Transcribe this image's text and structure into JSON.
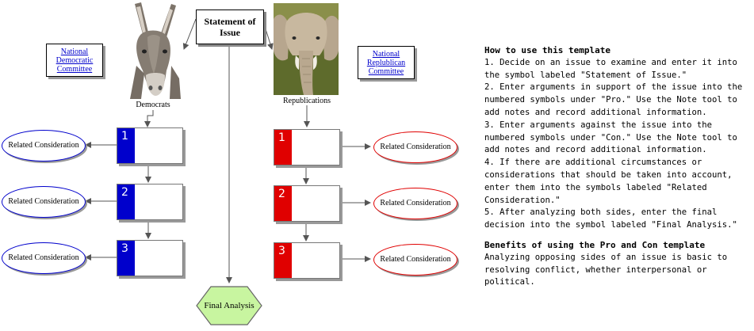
{
  "statement": "Statement of Issue",
  "democrats": {
    "committee": "National Democratic Committee",
    "label": "Democrats",
    "pro_numbers": [
      "1",
      "2",
      "3"
    ],
    "considerations": [
      "Related Consideration",
      "Related Consideration",
      "Related Consideration"
    ]
  },
  "republicans": {
    "committee": "National Replublican Committee",
    "label": "Republications",
    "pro_numbers": [
      "1",
      "2",
      "3"
    ],
    "considerations": [
      "Related Consideration",
      "Related Consideration",
      "Related Consideration"
    ]
  },
  "final_analysis": "Final Analysis",
  "instructions": {
    "title": "How to use this template",
    "steps": [
      "1. Decide on an issue to examine and enter it into the symbol labeled \"Statement of Issue.\"",
      "2. Enter arguments in support of the issue into the numbered symbols under \"Pro.\" Use the Note tool to add notes and record additional information.",
      "3. Enter arguments against the issue into the numbered symbols under \"Con.\" Use the Note tool to add notes and record additional information.",
      "4. If there are additional circumstances or considerations that should be taken into account, enter them into the symbols labeled \"Related Consideration.\"",
      "5. After analyzing both sides, enter the final decision into the symbol labeled \"Final Analysis.\""
    ],
    "benefits_title": "Benefits of using the Pro and Con template",
    "benefits_text": "Analyzing opposing sides of an issue is basic to resolving conflict, whether interpersonal or political."
  },
  "colors": {
    "dem": "#0000cc",
    "rep": "#e00000",
    "final": "#c8f5a0"
  }
}
